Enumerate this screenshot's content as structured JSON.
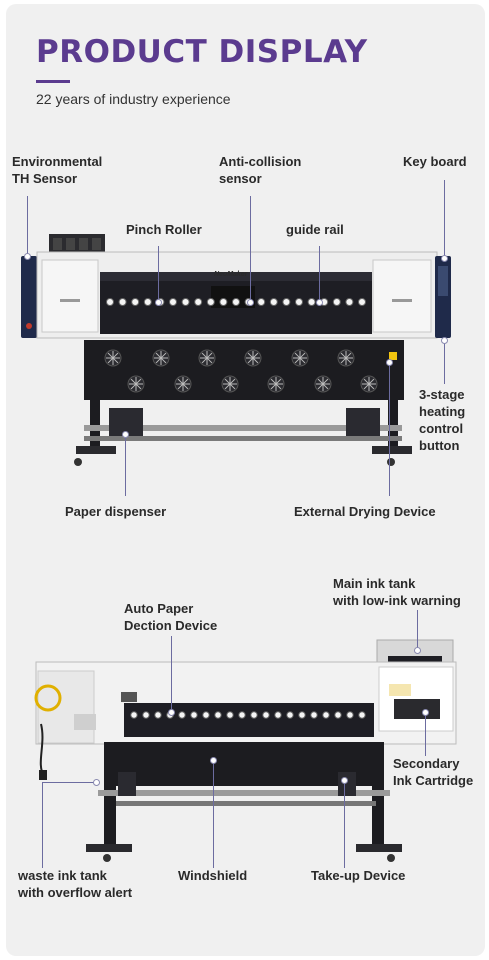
{
  "header": {
    "title": "PRODUCT DISPLAY",
    "subtitle": "22 years of industry experience"
  },
  "printer_front": {
    "brand_label": "NeoMaker",
    "callouts": {
      "environmental_sensor": [
        "Environmental",
        "TH Sensor"
      ],
      "anti_collision": [
        "Anti-collision",
        "sensor"
      ],
      "key_board": "Key board",
      "pinch_roller": "Pinch Roller",
      "guide_rail": "guide rail",
      "heating_button": [
        "3-stage",
        "heating",
        "control",
        "button"
      ],
      "paper_dispenser": "Paper dispenser",
      "external_drying": "External Drying Device"
    }
  },
  "printer_back": {
    "callouts": {
      "main_ink_tank": [
        "Main ink tank",
        "with low-ink warning"
      ],
      "auto_paper": [
        "Auto Paper",
        "Dection Device"
      ],
      "secondary_ink": [
        "Secondary",
        "Ink Cartridge"
      ],
      "waste_ink": [
        "waste ink tank",
        "with overflow alert"
      ],
      "windshield": "Windshield",
      "take_up": "Take-up Device"
    }
  },
  "colors": {
    "accent": "#5b3b8f",
    "leader_line": "#6c6ca0",
    "printer_body": "#eeeeee",
    "printer_dark": "#1e1e24",
    "panel_blue": "#1f2a4a"
  }
}
